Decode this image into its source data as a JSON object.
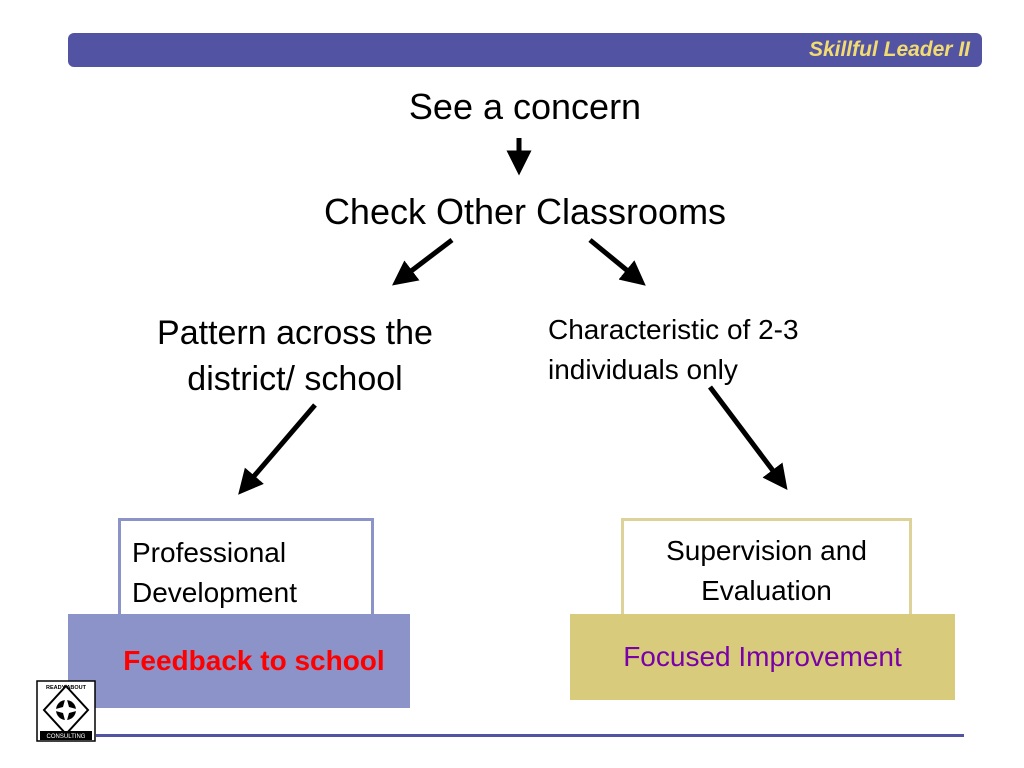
{
  "header": {
    "title": "Skillful Leader II"
  },
  "flow": {
    "concern": "See a concern",
    "check": "Check Other Classrooms",
    "pattern_line1": "Pattern across the",
    "pattern_line2": "district/ school",
    "characteristic_line1": "Characteristic of 2-3",
    "characteristic_line2": "individuals only"
  },
  "outcomes": {
    "professional_development_line1": "Professional",
    "professional_development_line2": "Development",
    "feedback": "Feedback to school",
    "supervision_line1": "Supervision and",
    "supervision_line2": "Evaluation",
    "focused": "Focused Improvement"
  },
  "logo": {
    "text_top": "READY ABOUT",
    "text_bottom": "CONSULTING"
  },
  "colors": {
    "header_bg": "#5254a3",
    "header_text": "#f2dc72",
    "pd_accent": "#8b93c9",
    "se_accent": "#d8cc7c",
    "feedback_text": "#ff0000",
    "focused_text": "#7a00a8"
  }
}
